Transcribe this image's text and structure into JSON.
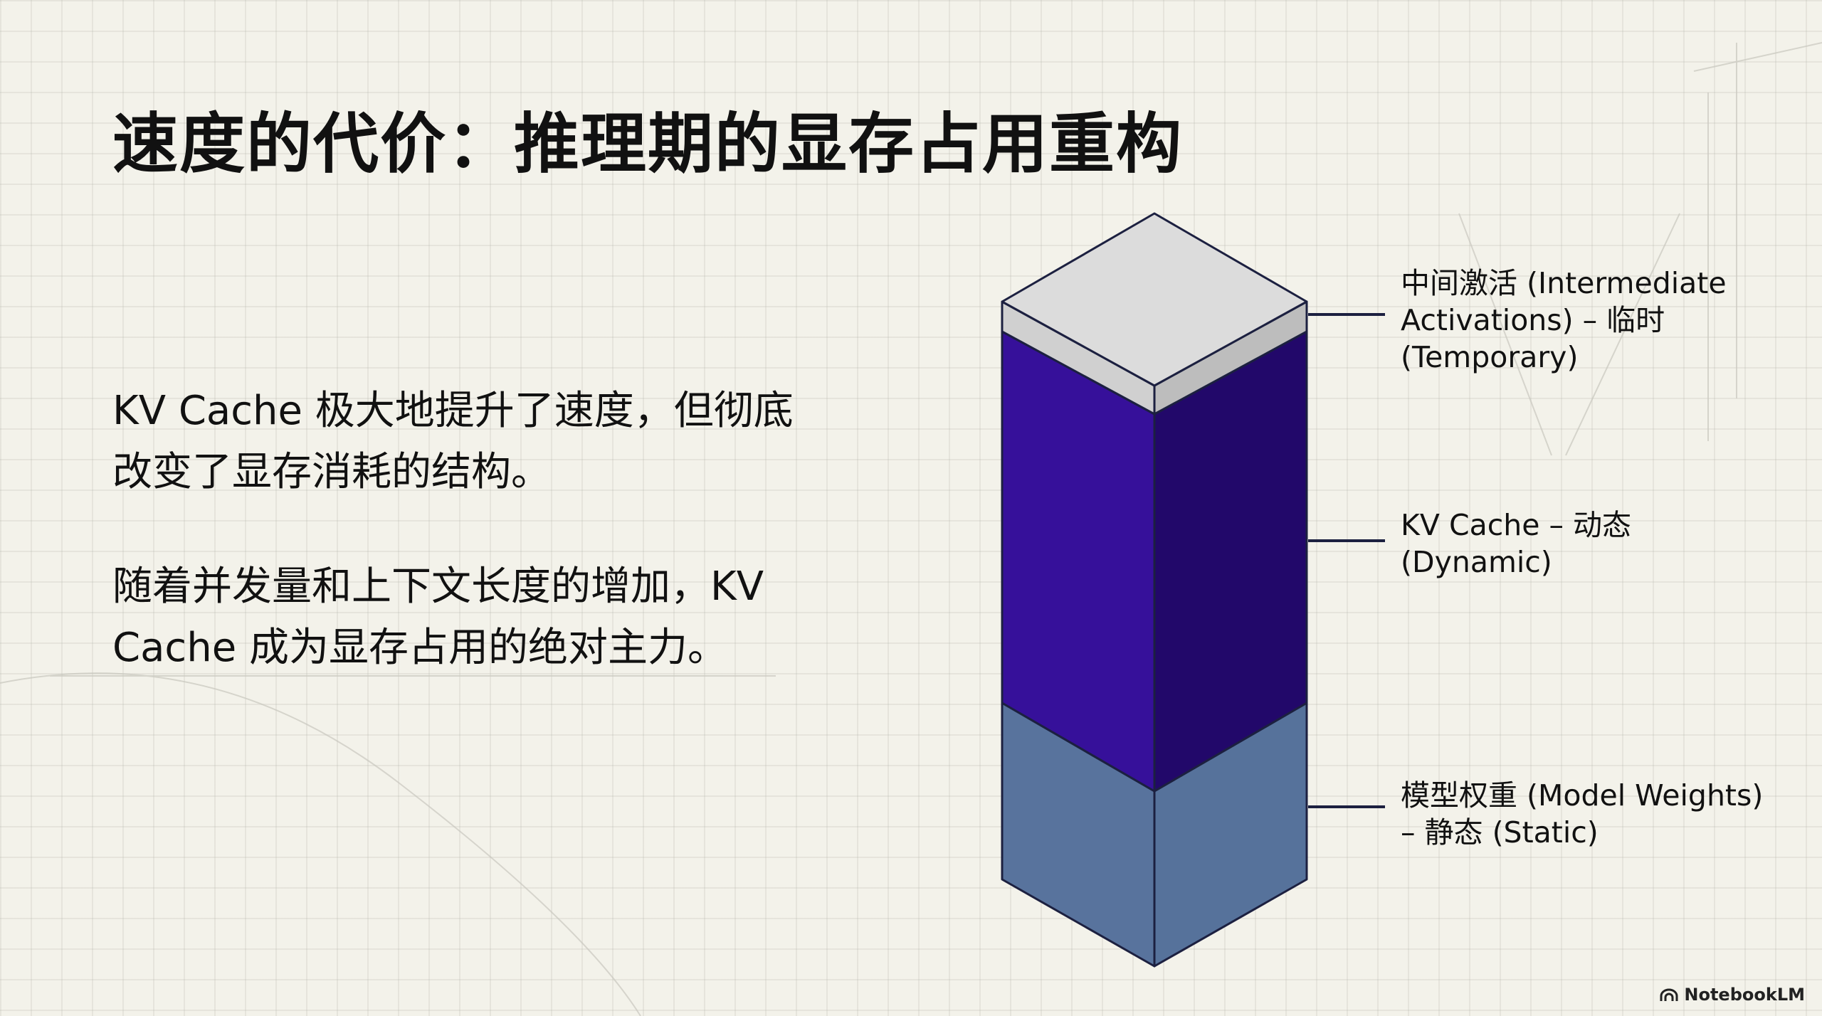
{
  "slide": {
    "title": "速度的代价：推理期的显存占用重构",
    "paragraphs": [
      "KV Cache 极大地提升了速度，但彻底改变了显存消耗的结构。",
      "随着并发量和上下文长度的增加，KV Cache 成为显存占用的绝对主力。"
    ]
  },
  "diagram": {
    "layers": [
      {
        "name": "intermediate-activations",
        "label": "中间激活 (Intermediate\nActivations) – 临时\n(Temporary)",
        "color_front": "#d7d7d7",
        "color_side": "#c4c4c4"
      },
      {
        "name": "kv-cache",
        "label": "KV Cache – 动态\n(Dynamic)",
        "color_front": "#36109a",
        "color_side": "#22086a"
      },
      {
        "name": "model-weights",
        "label": "模型权重 (Model Weights)\n– 静态 (Static)",
        "color_front": "#58739d",
        "color_side": "#56729b"
      }
    ],
    "top_color": "#dcdcdc",
    "outline_color": "#1c2040"
  },
  "brand": {
    "name": "NotebookLM",
    "icon": "notebooklm-logo-icon"
  }
}
